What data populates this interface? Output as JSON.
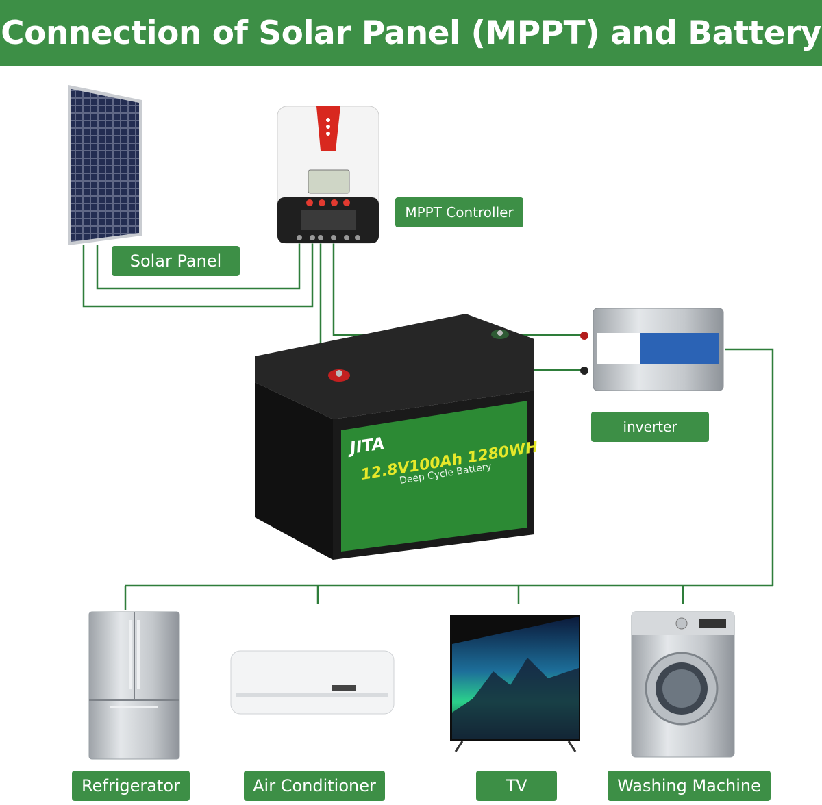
{
  "title": "Connection of Solar Panel (MPPT) and Battery",
  "components": {
    "solar_panel": "Solar Panel",
    "mppt_controller": "MPPT Controller",
    "inverter": "inverter"
  },
  "appliances": {
    "refrigerator": "Refrigerator",
    "air_conditioner": "Air Conditioner",
    "tv": "TV",
    "washing_machine": "Washing Machine"
  },
  "battery": {
    "brand": "JITA",
    "spec": "12.8V100Ah 1280WH",
    "type": "Deep Cycle Battery"
  },
  "colors": {
    "accent_green": "#3d8f46",
    "wire_green": "#2e7d3a",
    "battery_label_green": "#2c8a34",
    "battery_spec_yellow": "#e6e82a"
  },
  "icons": [
    "solar-panel-icon",
    "mppt-controller-icon",
    "battery-icon",
    "inverter-icon",
    "refrigerator-icon",
    "air-conditioner-icon",
    "tv-icon",
    "washing-machine-icon"
  ]
}
